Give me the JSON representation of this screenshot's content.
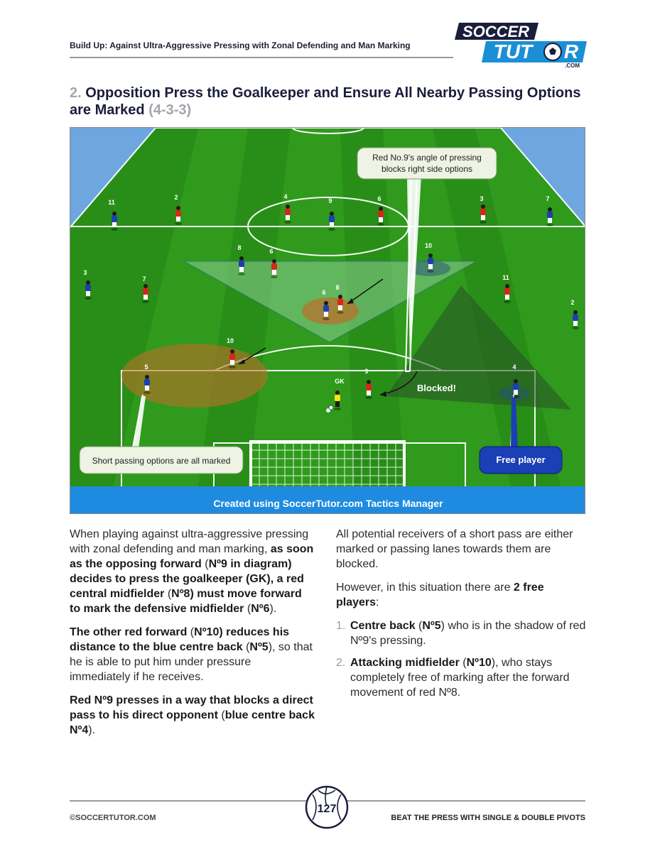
{
  "header": {
    "running_head": "Build Up: Against Ultra-Aggressive Pressing with Zonal Defending and Man Marking",
    "logo_top": "SOCCER",
    "logo_bottom_left": "TUT",
    "logo_bottom_right": "R",
    "logo_sub": ".COM"
  },
  "title": {
    "number": "2.",
    "text": "Opposition Press the Goalkeeper and Ensure All Nearby Passing Options are Marked",
    "formation": "(4-3-3)"
  },
  "diagram": {
    "callout_top_line1": "Red No.9's angle of pressing",
    "callout_top_line2": "blocks right side options",
    "blocked_label": "Blocked!",
    "short_pass_label": "Short passing options are all marked",
    "free_player_label": "Free player",
    "gk_label": "GK",
    "credit": "Created using SoccerTutor.com Tactics Manager",
    "blue_numbers": {
      "b11": "11",
      "b9": "9",
      "b7": "7",
      "b8": "8",
      "b10": "10",
      "b3": "3",
      "b6": "6",
      "b2": "2",
      "b5": "5",
      "b4": "4"
    },
    "red_numbers": {
      "r2": "2",
      "r4": "4",
      "r6a": "6",
      "r3": "3",
      "r6b": "6",
      "r7": "7",
      "r8": "8",
      "r11": "11",
      "r10": "10",
      "r9": "9"
    },
    "colors": {
      "pitch": "#2f9a1c",
      "blue_team": "#1b3fb5",
      "red_team": "#d9261a",
      "keeper": "#f4e61a"
    }
  },
  "body_left": {
    "p1_a": "When playing against ultra-aggressive pressing with zonal defending and man marking, ",
    "p1_b": "as soon as the opposing forward",
    "p1_c": " (",
    "p1_d": "Nº9 in diagram)",
    "p1_e": " decides to press the goalkeeper (GK), a red central midfielder",
    "p1_f": " (",
    "p1_g": "Nº8)",
    "p1_h": " must move forward to mark the defensive midfielder",
    "p1_i": " (",
    "p1_j": "Nº6",
    "p1_k": ").",
    "p2_a": "The other red forward",
    "p2_b": " (",
    "p2_c": "Nº10)",
    "p2_d": " reduces his distance to the blue centre back",
    "p2_e": " (",
    "p2_f": "Nº5",
    "p2_g": "), so that he is able to put him under pressure immediately if he receives.",
    "p3_a": "Red Nº9 presses in a way that blocks a direct pass to his direct opponent",
    "p3_b": " (",
    "p3_c": "blue centre back Nº4",
    "p3_d": ")."
  },
  "body_right": {
    "p1": "All potential receivers of a short pass are either marked or passing lanes towards them are blocked.",
    "p2_a": "However, in this situation there are ",
    "p2_b": "2 free players",
    "p2_c": ":",
    "items": [
      {
        "n": "1.",
        "bold": "Centre back",
        "mid": " (",
        "bold2": "Nº5",
        "rest": ") who is in the shadow of red Nº9's pressing."
      },
      {
        "n": "2.",
        "bold": "Attacking midfielder",
        "mid": " (",
        "bold2": "Nº10",
        "rest": "), who stays completely free of marking after the forward movement of red Nº8."
      }
    ]
  },
  "footer": {
    "left": "©SOCCERTUTOR.COM",
    "page_number": "127",
    "right": "BEAT THE PRESS WITH SINGLE & DOUBLE PIVOTS"
  }
}
